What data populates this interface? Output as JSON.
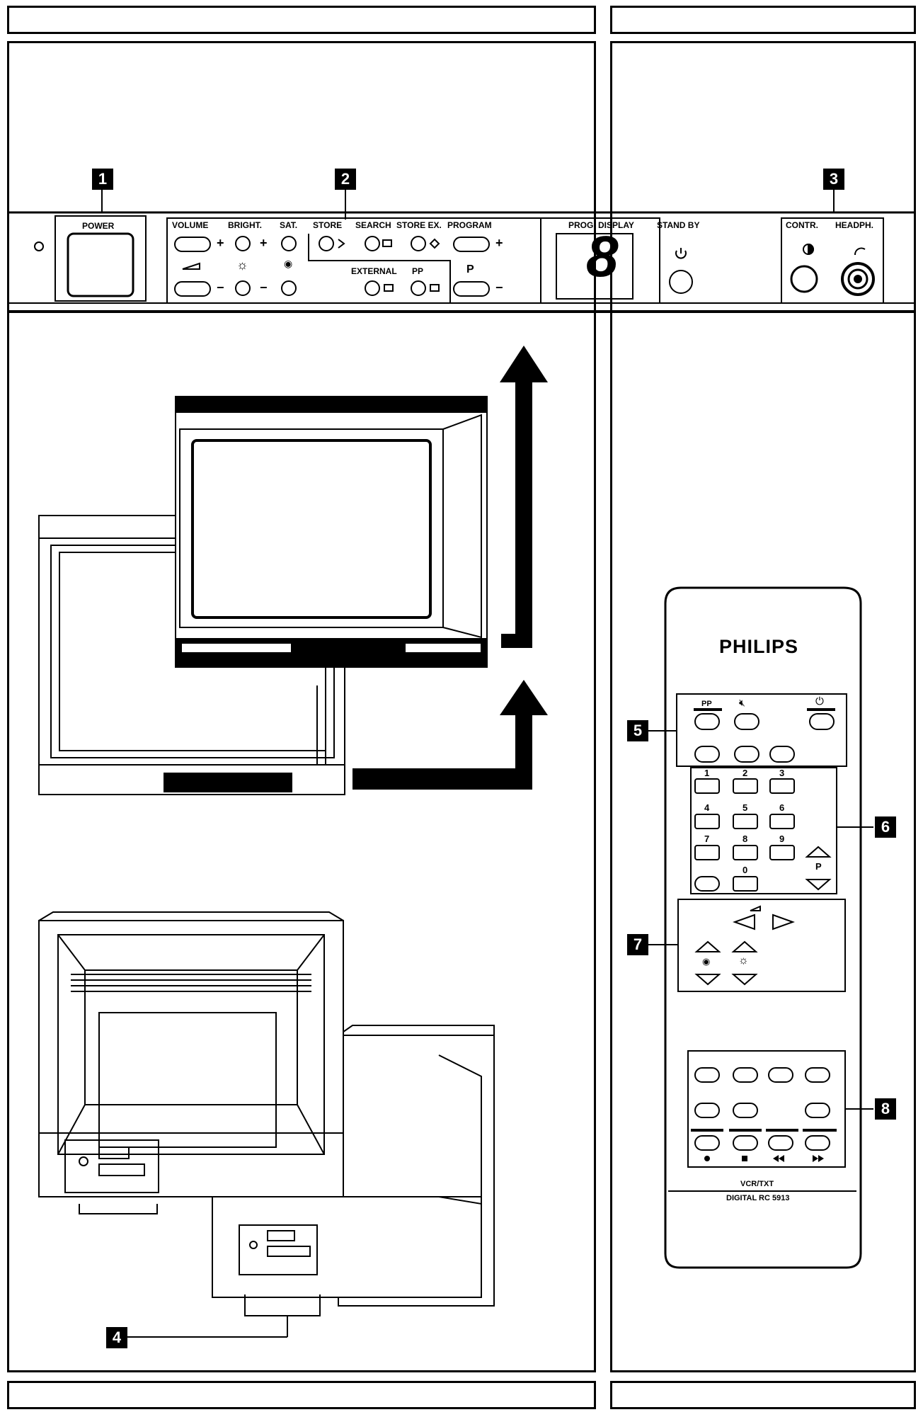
{
  "callouts": {
    "c1": "1",
    "c2": "2",
    "c3": "3",
    "c4": "4",
    "c5": "5",
    "c6": "6",
    "c7": "7",
    "c8": "8"
  },
  "panel": {
    "power": "POWER",
    "volume": "VOLUME",
    "bright": "BRIGHT.",
    "sat": "SAT.",
    "store": "STORE",
    "search": "SEARCH",
    "store_ex": "STORE EX.",
    "program": "PROGRAM",
    "external": "EXTERNAL",
    "pp": "PP",
    "p": "P",
    "plus": "+",
    "minus": "−",
    "prog_display": "PROG. DISPLAY",
    "stand_by": "STAND BY",
    "contr": "CONTR.",
    "headph": "HEADPH.",
    "digit": "8"
  },
  "remote": {
    "brand": "PHILIPS",
    "pp": "PP",
    "digits": [
      "1",
      "2",
      "3",
      "4",
      "5",
      "6",
      "7",
      "8",
      "9",
      "0"
    ],
    "p": "P",
    "model_line1": "VCR/TXT",
    "model_line2": "DIGITAL RC 5913"
  },
  "icons": [
    "power-icon",
    "mute-icon",
    "standby-icon",
    "contrast-icon",
    "headphone-icon",
    "brightness-icon",
    "colour-icon",
    "volume-icon",
    "record-icon",
    "stop-icon",
    "rewind-icon",
    "fast-forward-icon",
    "arrow-up-icon"
  ]
}
